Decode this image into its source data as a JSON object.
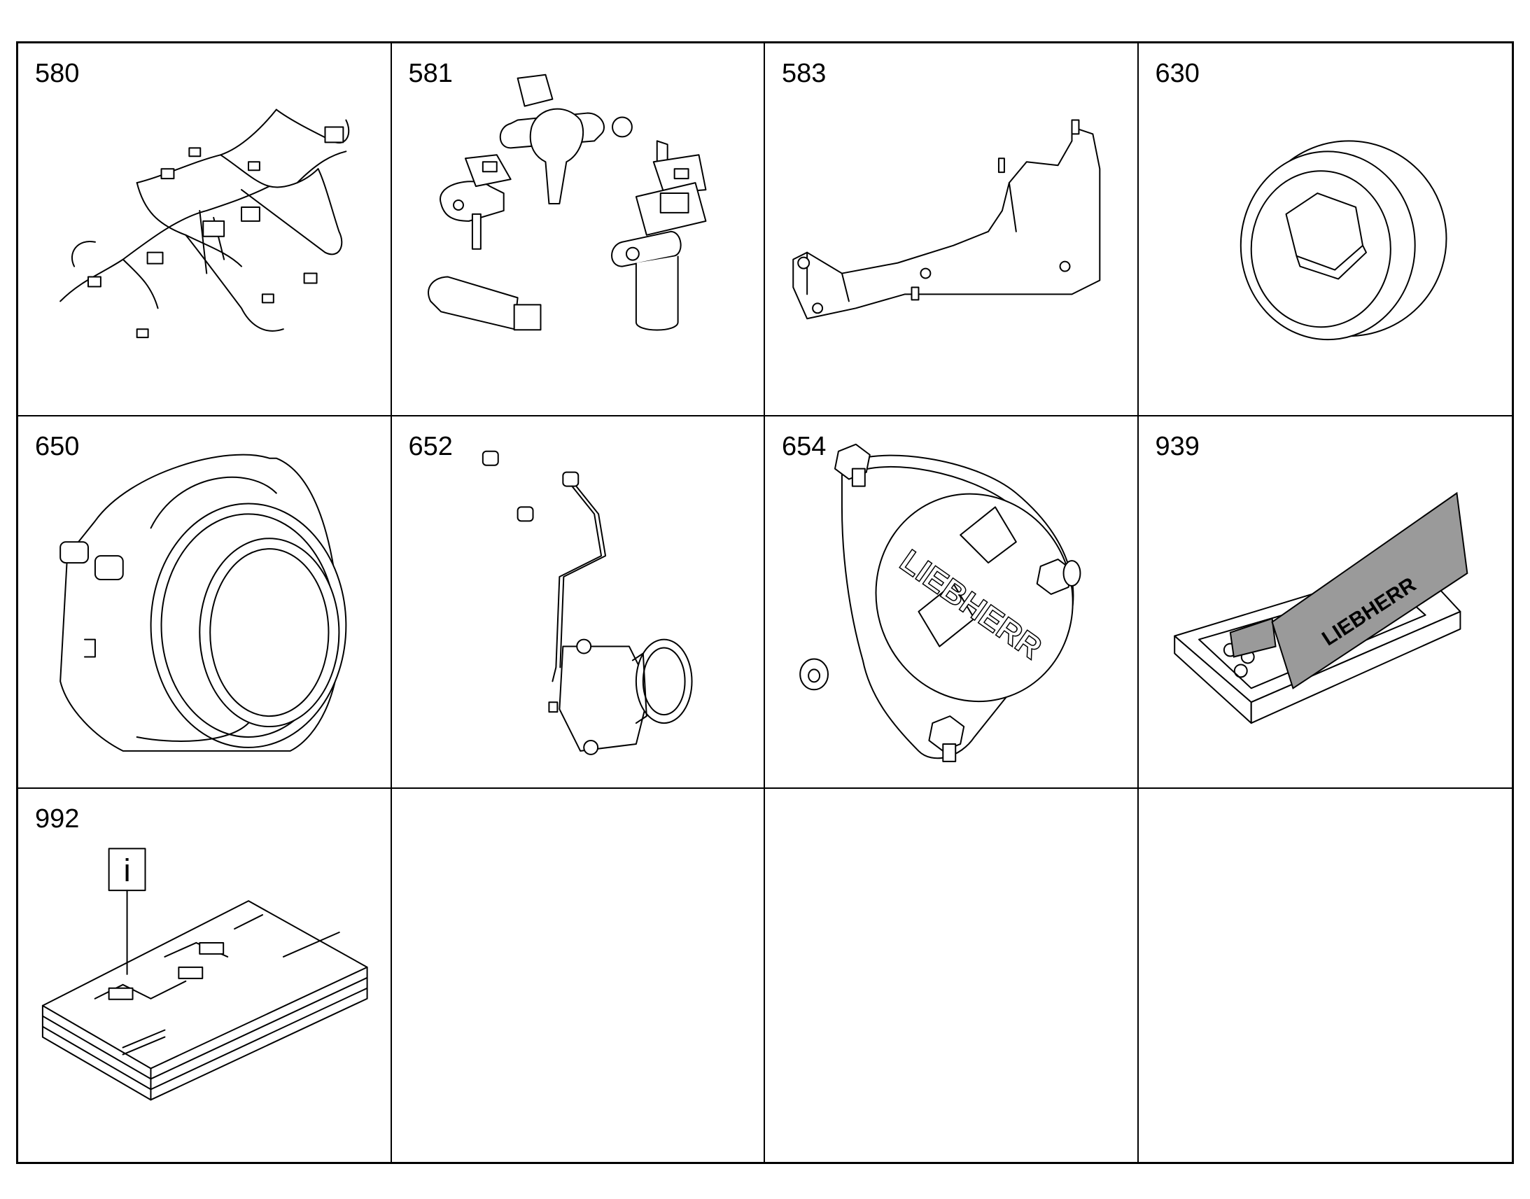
{
  "cells": [
    {
      "label": "580",
      "icon": "wiring-harness-icon"
    },
    {
      "label": "581",
      "icon": "sensors-icon"
    },
    {
      "label": "583",
      "icon": "bracket-icon"
    },
    {
      "label": "630",
      "icon": "hex-plug-icon"
    },
    {
      "label": "650",
      "icon": "flywheel-housing-icon"
    },
    {
      "label": "652",
      "icon": "pump-with-pipe-icon"
    },
    {
      "label": "654",
      "icon": "cover-plate-icon",
      "logo_text": "LIEBHERR"
    },
    {
      "label": "939",
      "icon": "spare-parts-kit-icon",
      "logo_text": "LIEBHERR"
    },
    {
      "label": "992",
      "icon": "documentation-icon",
      "info_mark": "i"
    },
    {
      "label": "",
      "icon": ""
    },
    {
      "label": "",
      "icon": ""
    },
    {
      "label": "",
      "icon": ""
    }
  ]
}
